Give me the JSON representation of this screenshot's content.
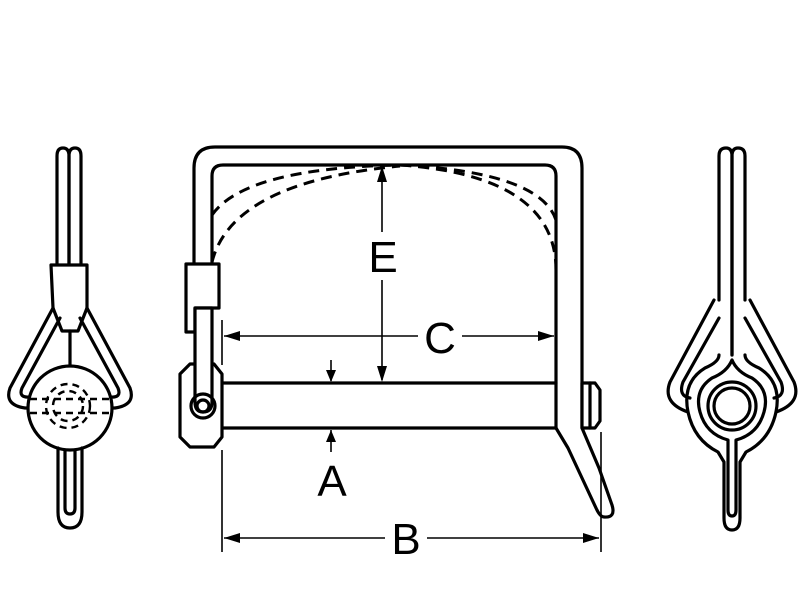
{
  "diagram": {
    "subject": "lynch pin with folding wire bail",
    "views": [
      {
        "id": "left-side-view",
        "label": ""
      },
      {
        "id": "front-view",
        "label": ""
      },
      {
        "id": "right-side-view",
        "label": ""
      }
    ],
    "dimensions": {
      "A": {
        "label": "A",
        "meaning": "pin diameter"
      },
      "B": {
        "label": "B",
        "meaning": "overall length"
      },
      "C": {
        "label": "C",
        "meaning": "usable length"
      },
      "E": {
        "label": "E",
        "meaning": "bail height"
      }
    },
    "colors": {
      "line": "#000000",
      "background": "#ffffff"
    }
  }
}
